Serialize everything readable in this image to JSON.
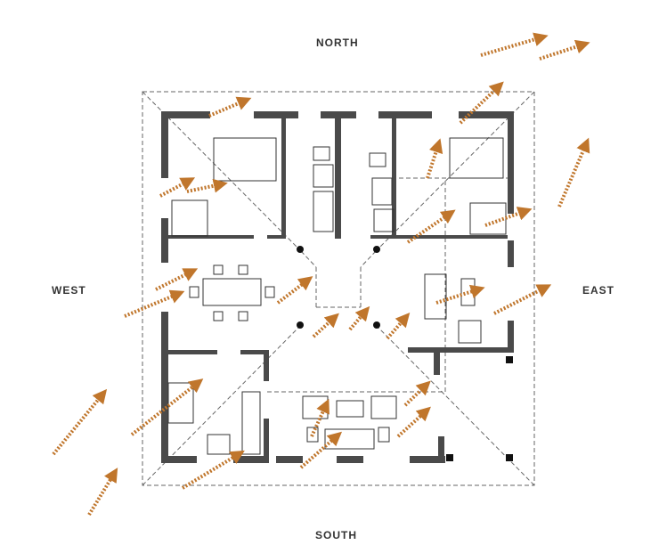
{
  "compass": {
    "north": "NORTH",
    "south": "SOUTH",
    "east": "EAST",
    "west": "WEST"
  },
  "colors": {
    "wall": "#4a4a4a",
    "wind_arrow": "#c0762c",
    "roof_line": "#555555"
  },
  "legend_semantics": {
    "arrow_meaning": "wind-flow-icon"
  }
}
